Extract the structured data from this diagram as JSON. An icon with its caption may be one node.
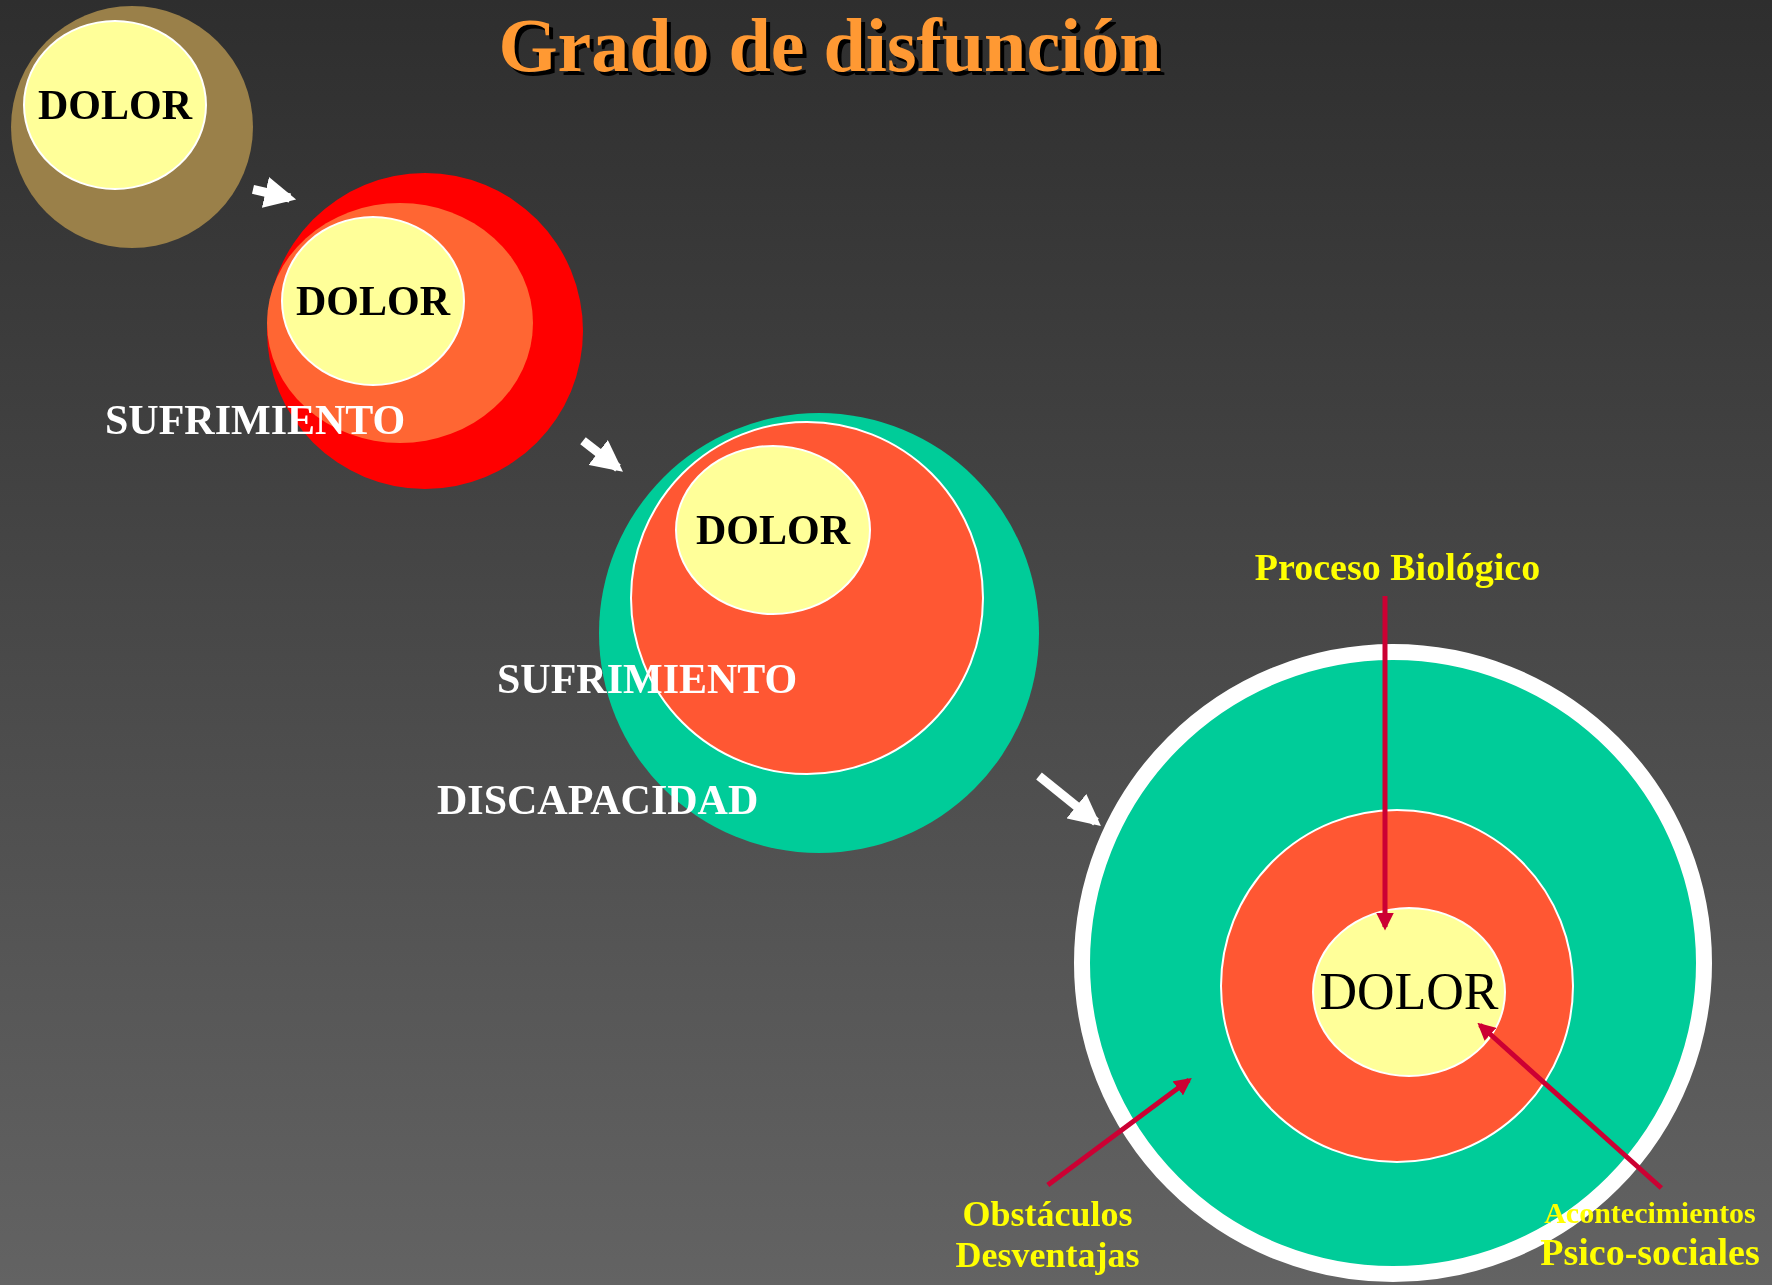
{
  "diagram": {
    "title": "Grado de disfunción",
    "nodes": [
      {
        "text": [],
        "shape": "circle"
      },
      {
        "text": [
          "DOLOR"
        ],
        "in": 0
      },
      {
        "text": [],
        "shape": "circle"
      },
      {
        "text": [],
        "shape": "circle",
        "in": 2,
        "beside": [
          "SUFRIMIENTO"
        ]
      },
      {
        "text": [
          "DOLOR"
        ],
        "in": 3
      },
      {
        "text": [],
        "shape": "circle",
        "beside": [
          "DISCAPACIDAD"
        ]
      },
      {
        "text": [],
        "shape": "circle",
        "in": 5,
        "beside": [
          "SUFRIMIENTO"
        ]
      },
      {
        "text": [
          "DOLOR"
        ],
        "in": 6
      },
      {
        "text": [],
        "shape": "circle"
      },
      {
        "text": [],
        "shape": "circle",
        "in": 8
      },
      {
        "text": [
          "DOLOR"
        ],
        "in": 9
      },
      {
        "text": [
          "Proceso Biológico"
        ]
      },
      {
        "text": [
          "Obstáculos Desventajas"
        ]
      },
      {
        "text": [
          "Acontecimientos",
          "Psico-sociales"
        ]
      }
    ],
    "edges": [
      {
        "from": 0,
        "to": 2,
        "arrow": "to",
        "style": "thick",
        "color": "#ffffff"
      },
      {
        "from": 2,
        "to": 5,
        "arrow": "to",
        "style": "thick",
        "color": "#ffffff"
      },
      {
        "from": 5,
        "to": 8,
        "arrow": "to",
        "style": "thick",
        "color": "#ffffff"
      },
      {
        "from": 11,
        "to": 10,
        "arrow": "to",
        "color": "#cc0033"
      },
      {
        "from": 12,
        "to": 8,
        "arrow": "to",
        "color": "#cc0033"
      },
      {
        "from": 13,
        "to": 10,
        "arrow": "to",
        "color": "#cc0033"
      }
    ]
  }
}
